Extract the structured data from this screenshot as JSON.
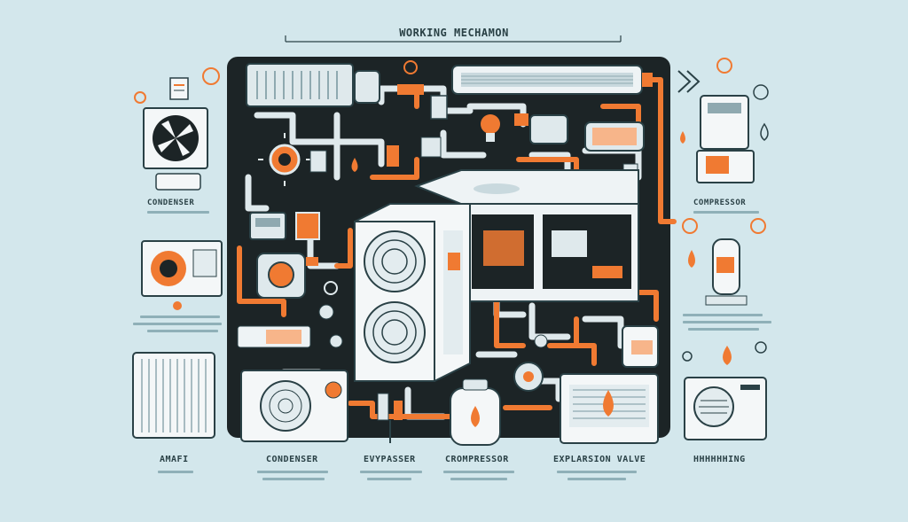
{
  "title": "WORKING MECHAMON",
  "side_labels": {
    "left_condenser": "CONDENSER",
    "right_compressor": "COMPRESSOR"
  },
  "bottom_labels": [
    "AMAFI",
    "CONDENSER",
    "EVYPASSER",
    "CROMPRESSOR",
    "EXPLARSION VALVE",
    "HHHHHHING"
  ],
  "colors": {
    "background": "#d3e7ec",
    "panel": "#1c2426",
    "accent_orange": "#f07a32",
    "pipe_light": "#dfe9ec",
    "unit_white": "#f4f7f8"
  }
}
